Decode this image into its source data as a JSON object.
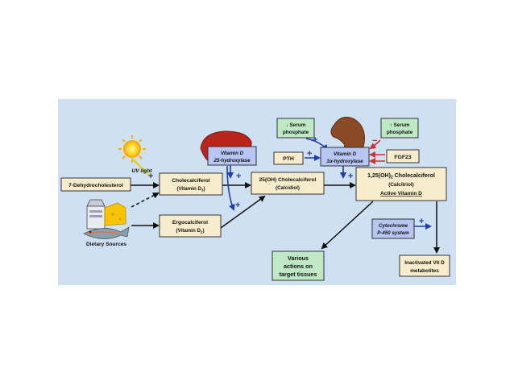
{
  "diagram": {
    "nodes": {
      "dehydrocholesterol": "7-Dehydrocholesterol",
      "uv_light": "UV light",
      "dietary_sources": "Dietary Sources",
      "cholecalciferol_1": "Cholecalciferol",
      "cholecalciferol_2": "(Vitamin D",
      "cholecalciferol_sub": "3",
      "cholecalciferol_close": ")",
      "ergocalciferol_1": "Ergocalciferol",
      "ergocalciferol_2": "(Vitamin D",
      "ergocalciferol_sub": "2",
      "ergocalciferol_close": ")",
      "hydroxylase25_1": "Vitamin D",
      "hydroxylase25_2": "25-hydroxylase",
      "calcidiol_1": "25(OH) Cholecalciferol",
      "calcidiol_2": "(Calcidiol)",
      "serum_low_1": "↓ Serum",
      "serum_low_2": "phosphate",
      "pth": "PTH",
      "hydroxylase1a_1": "Vitamin D",
      "hydroxylase1a_2": "1α-hydroxylase",
      "serum_high_1": "↑ Serum",
      "serum_high_2": "phosphate",
      "fgf23": "FGF23",
      "calcitriol_1a": "1,25(OH)",
      "calcitriol_1sub": "2",
      "calcitriol_1b": " Cholecalciferol",
      "calcitriol_2": "(Calcitriol)",
      "calcitriol_3": "Active Vitamin D",
      "cytochrome_1": "Cytochrome",
      "cytochrome_2": "P-450 system",
      "various_1": "Various",
      "various_2": "actions on",
      "various_3": "target tissues",
      "inactivated_1": "Inactivated Vit D",
      "inactivated_2": "metabolites"
    },
    "signs": {
      "plus": "+",
      "minus": "−"
    },
    "colors": {
      "background": "#cfe0f3",
      "tan_box": "#f7eccb",
      "green_box": "#bfe9c5",
      "blue_box": "#b7c6f2",
      "arrow_blue": "#1f3cb8",
      "arrow_red": "#d23030",
      "liver": "#b8261b",
      "kidney": "#8a4a25"
    }
  }
}
